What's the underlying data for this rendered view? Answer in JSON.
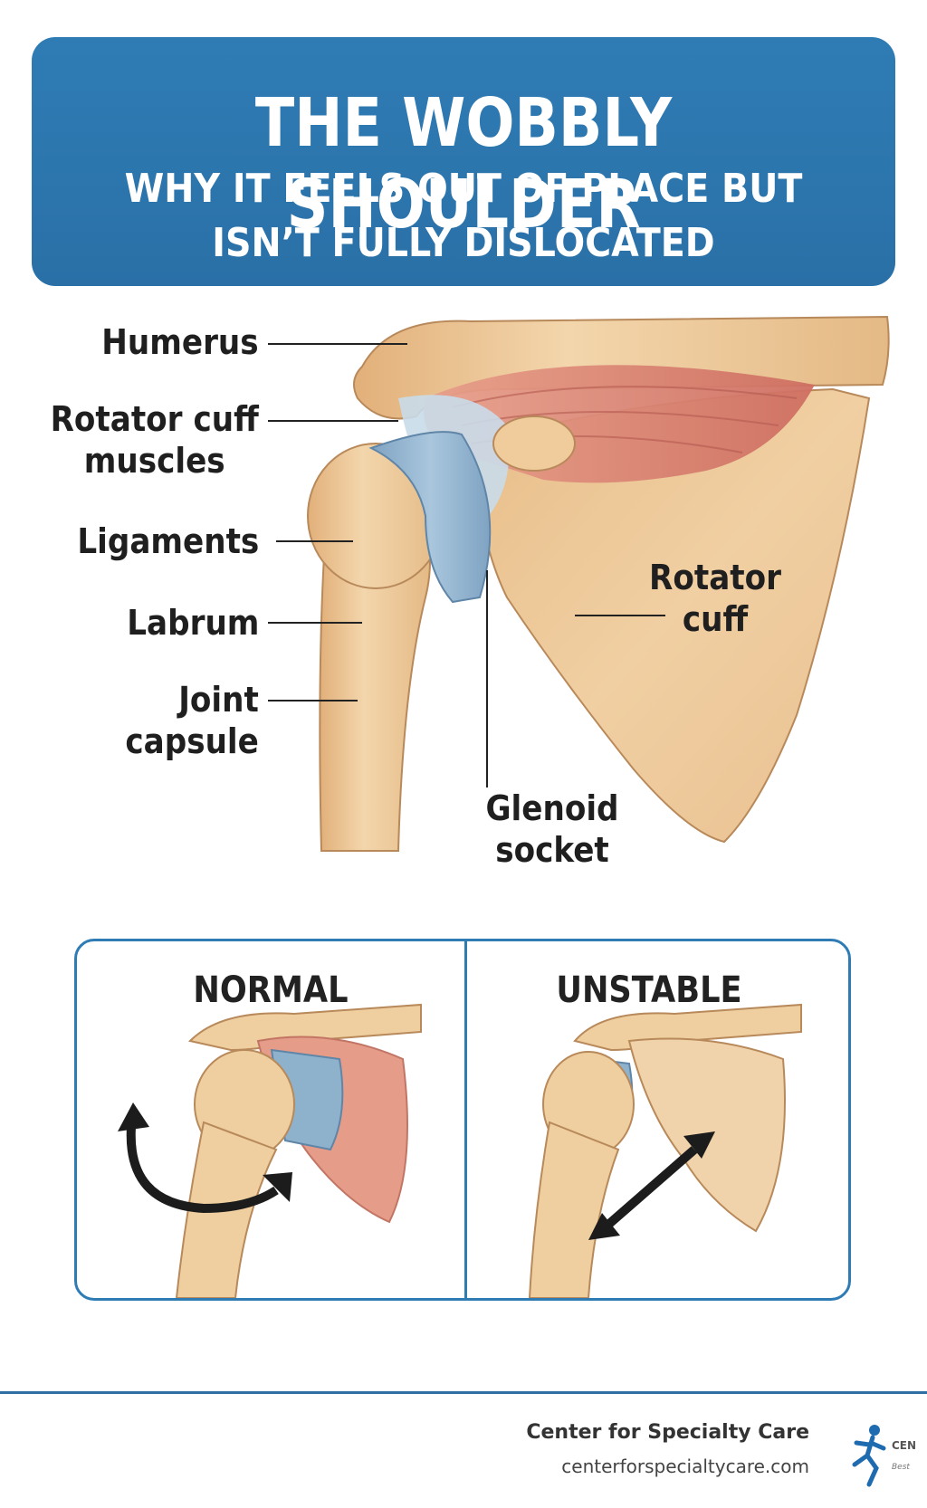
{
  "header": {
    "title": "THE WOBBLY SHOULDER",
    "subtitle_line1": "WHY IT FEELS OUT OF PLACE BUT",
    "subtitle_line2": "ISN’T FULLY DISLOCATED"
  },
  "labels": {
    "humerus": "Humerus",
    "rotator_cuff_muscles_1": "Rotator cuff",
    "rotator_cuff_muscles_2": "muscles",
    "ligaments": "Ligaments",
    "labrum": "Labrum",
    "joint_capsule_1": "Joint",
    "joint_capsule_2": "capsule",
    "rotator_cuff_1": "Rotator",
    "rotator_cuff_2": "cuff",
    "glenoid_1": "Glenoid",
    "glenoid_2": "socket"
  },
  "comparison": {
    "normal_title": "NORMAL",
    "unstable_title": "UNSTABLE"
  },
  "footer": {
    "brand_name": "Center for Specialty Care",
    "brand_url": "centerforspecialtycare.com",
    "logo_text": "CEN",
    "logo_tagline": "Best"
  },
  "colors": {
    "header_blue": "#2f7cb5",
    "bone": "#ecc99a",
    "muscle": "#dd8a78",
    "cartilage": "#8fb2cc"
  }
}
